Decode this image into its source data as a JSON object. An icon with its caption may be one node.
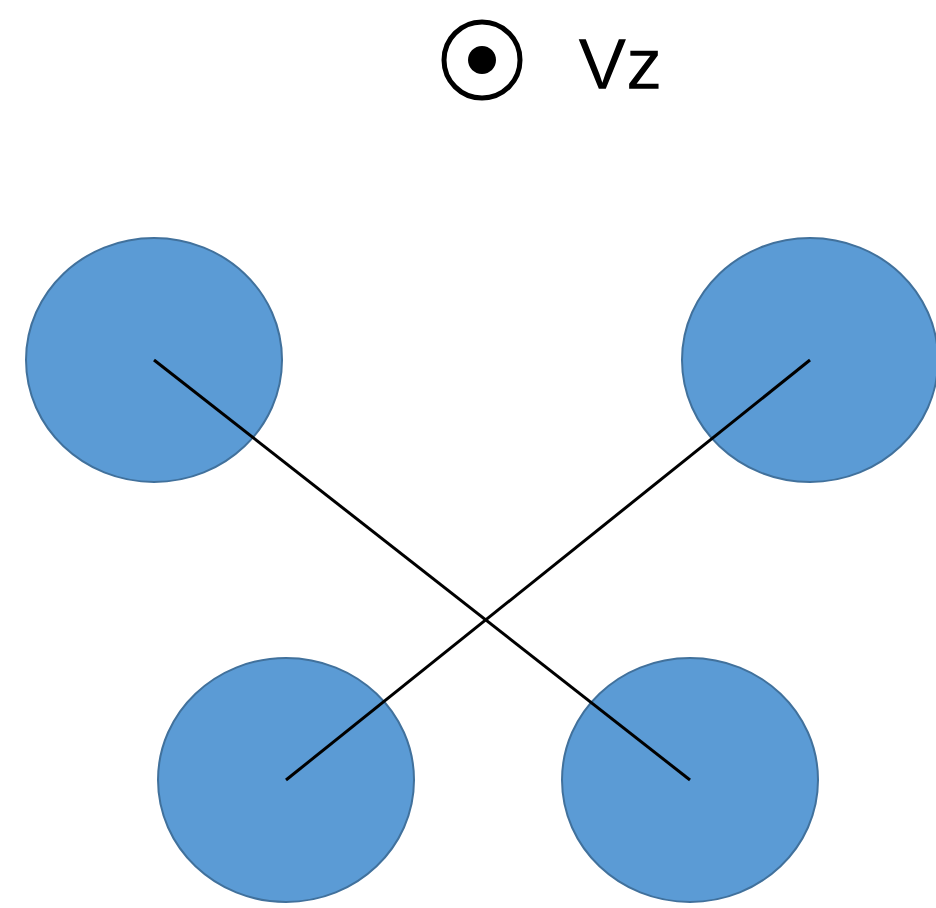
{
  "diagram": {
    "nodes": [
      {
        "text": [],
        "shape": "circle"
      },
      {
        "text": [],
        "shape": "circle"
      },
      {
        "text": [],
        "shape": "circle"
      },
      {
        "text": [],
        "shape": "circle"
      }
    ],
    "edges": [
      {
        "from": 0,
        "to": 3,
        "arrow": "none"
      },
      {
        "from": 1,
        "to": 2,
        "arrow": "none"
      }
    ],
    "labels": [
      "Vz"
    ]
  }
}
